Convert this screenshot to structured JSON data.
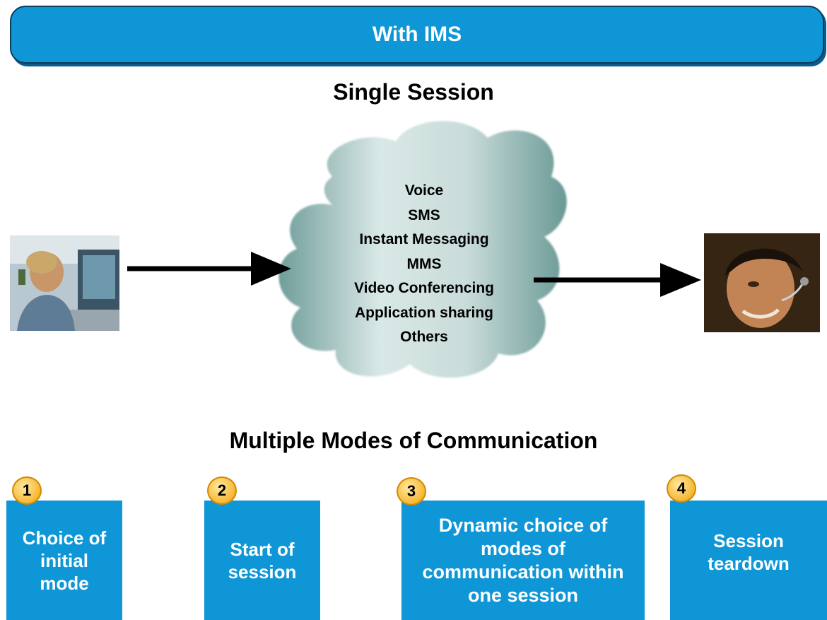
{
  "banner": {
    "title": "With IMS"
  },
  "single_session": {
    "title": "Single Session"
  },
  "cloud": {
    "items": [
      "Voice",
      "SMS",
      "Instant Messaging",
      "MMS",
      "Video Conferencing",
      "Application sharing",
      "Others"
    ]
  },
  "multi_modes": {
    "title": "Multiple Modes of Communication"
  },
  "steps": [
    {
      "number": "1",
      "label": "Choice of initial mode"
    },
    {
      "number": "2",
      "label": "Start of session"
    },
    {
      "number": "3",
      "label": "Dynamic choice of modes of communication within one session"
    },
    {
      "number": "4",
      "label": "Session teardown"
    }
  ],
  "colors": {
    "accent": "#0f96d6",
    "badge": "#f7b733",
    "cloud": "#8fbcb8"
  }
}
